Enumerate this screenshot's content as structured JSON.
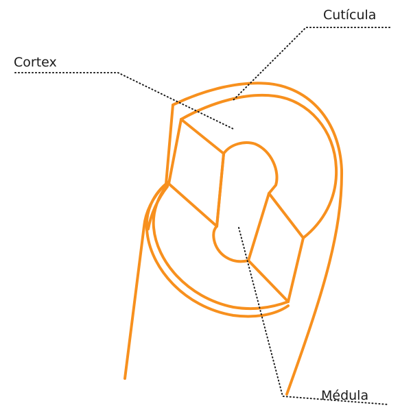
{
  "labels": {
    "cuticula": "Cutícula",
    "cortex": "Cortex",
    "medula": "Médula"
  },
  "colors": {
    "stroke": "#f7901e",
    "leader": "#1a1a1a",
    "text": "#1a1a1a",
    "background": "#ffffff"
  }
}
